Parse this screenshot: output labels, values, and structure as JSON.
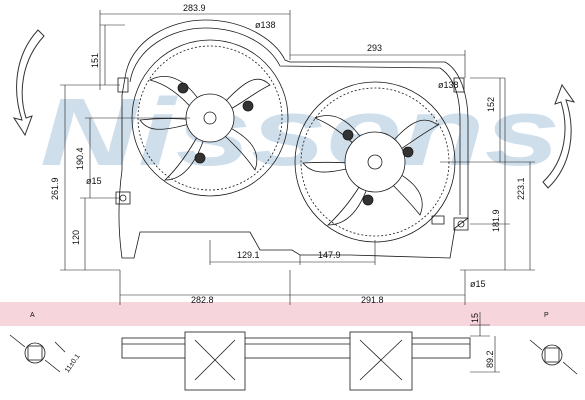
{
  "watermark": "Nissens",
  "colors": {
    "line": "#1a1a1a",
    "band": "#f6d6dc",
    "watermark": "#a8c4dc",
    "arrow_fill": "#ffffff"
  },
  "connector_labels": {
    "left": "A",
    "right": "P"
  },
  "left_connector_dim": "11±0.1",
  "dimensions": {
    "top_left_width": "283.9",
    "left_fan_dia": "ø138",
    "top_right_width": "293",
    "right_fan_dia": "ø138",
    "left_upper_height": "151",
    "left_hub_height": "190.4",
    "left_total_height": "261.9",
    "left_lower_height": "120",
    "left_hole_dia": "ø15",
    "right_upper_height": "152",
    "right_total_height": "223.1",
    "right_lower_height": "181.9",
    "right_hole_dia": "ø15",
    "mid_left": "129.1",
    "mid_right": "147.9",
    "bottom_left": "282.8",
    "bottom_right": "291.8",
    "side_depth_small": "15",
    "side_depth_total": "89.2"
  }
}
